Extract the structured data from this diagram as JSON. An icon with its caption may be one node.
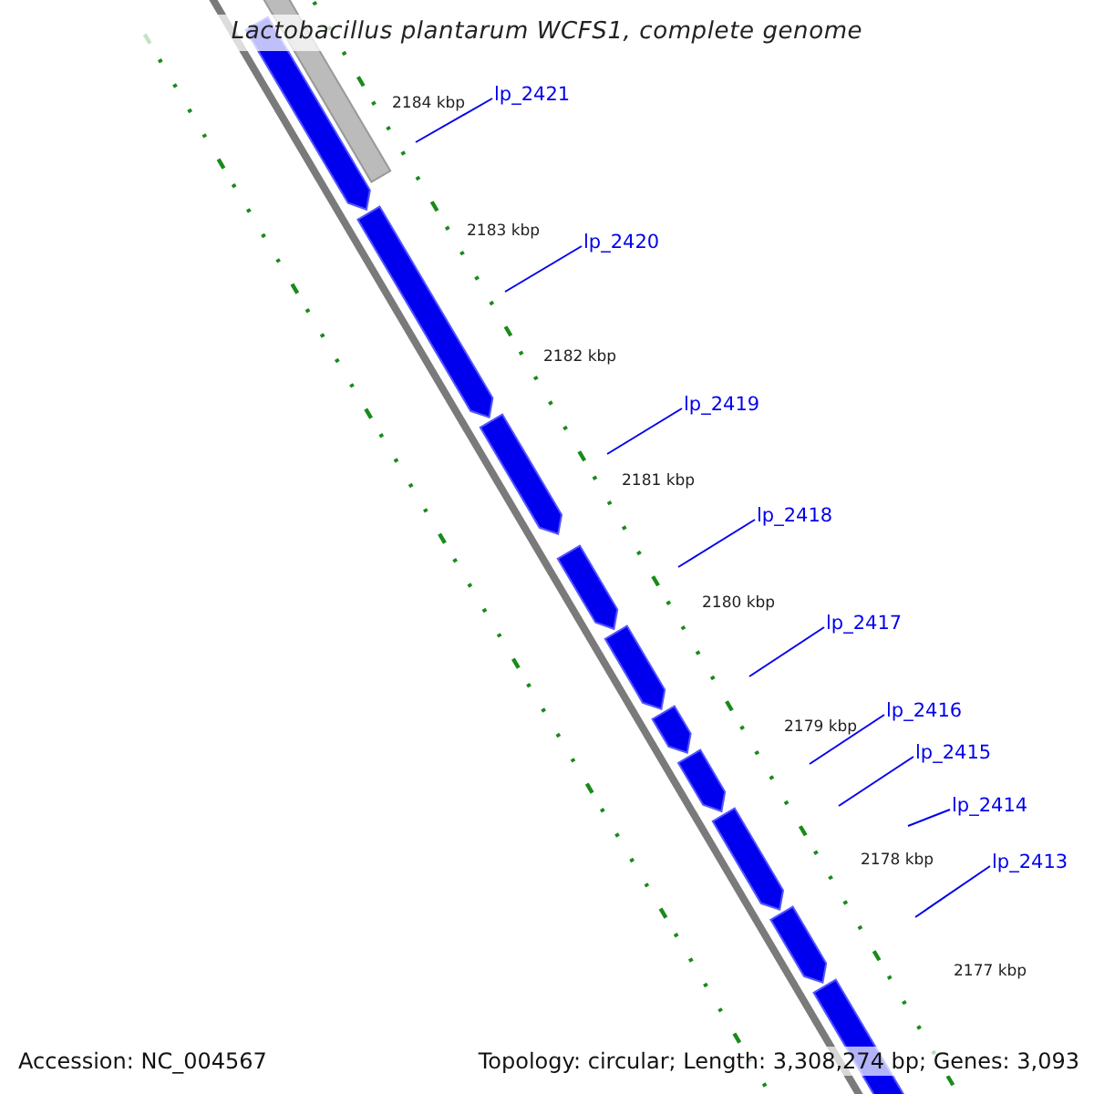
{
  "diagram": {
    "title": "Lactobacillus plantarum WCFS1, complete genome",
    "nodes": [
      {
        "text": [
          "lp_2421"
        ]
      },
      {
        "text": [
          "lp_2420"
        ]
      },
      {
        "text": [
          "lp_2419"
        ]
      },
      {
        "text": [
          "lp_2418"
        ]
      },
      {
        "text": [
          "lp_2417"
        ]
      },
      {
        "text": [
          "lp_2416"
        ]
      },
      {
        "text": [
          "lp_2415"
        ]
      },
      {
        "text": [
          "lp_2414"
        ]
      },
      {
        "text": [
          "lp_2413"
        ]
      }
    ],
    "edges": [
      {
        "from": 0,
        "to": null,
        "arrow": "none"
      },
      {
        "from": 1,
        "to": null,
        "arrow": "none"
      },
      {
        "from": 2,
        "to": null,
        "arrow": "none"
      },
      {
        "from": 3,
        "to": null,
        "arrow": "none"
      },
      {
        "from": 4,
        "to": null,
        "arrow": "none"
      },
      {
        "from": 5,
        "to": null,
        "arrow": "none"
      },
      {
        "from": 6,
        "to": null,
        "arrow": "none"
      },
      {
        "from": 7,
        "to": null,
        "arrow": "none"
      },
      {
        "from": 8,
        "to": null,
        "arrow": "none"
      }
    ],
    "labels": [
      "2184 kbp",
      "2183 kbp",
      "2182 kbp",
      "2181 kbp",
      "2180 kbp",
      "2179 kbp",
      "2178 kbp",
      "2177 kbp",
      "Accession: NC_004567",
      "Topology: circular; Length: 3,308,274 bp; Genes: 3,093"
    ]
  }
}
